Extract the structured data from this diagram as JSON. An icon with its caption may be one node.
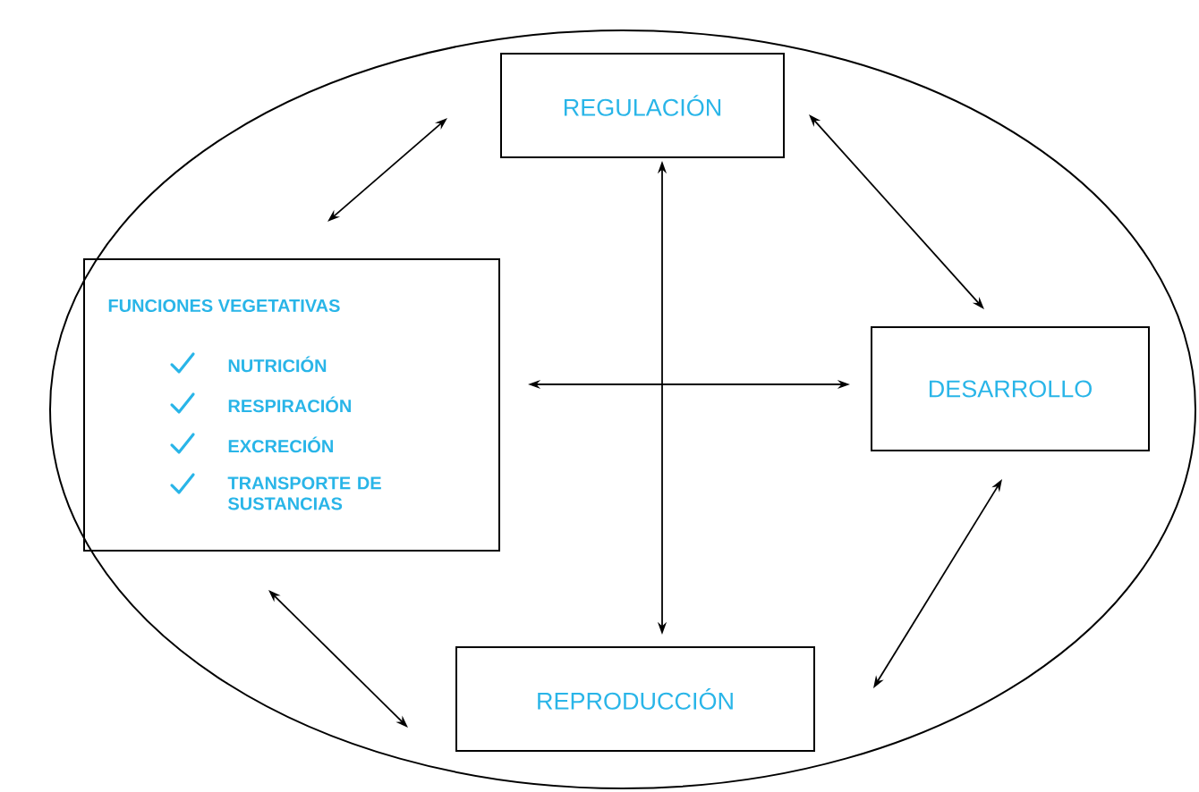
{
  "diagram": {
    "nodes": [
      {
        "text": [],
        "shape": "ellipse"
      },
      {
        "text": [
          "REGULACIÓN"
        ],
        "in": 0
      },
      {
        "text": [
          "FUNCIONES VEGETATIVAS",
          "NUTRICIÓN",
          "RESPIRACIÓN",
          "EXCRECIÓN",
          "TRANSPORTE DE SUSTANCIAS"
        ],
        "in": 0
      },
      {
        "text": [
          "DESARROLLO"
        ],
        "in": 0
      },
      {
        "text": [
          "REPRODUCCIÓN"
        ],
        "in": 0
      }
    ],
    "edges": [
      {
        "from": 1,
        "to": 2,
        "arrow": "both"
      },
      {
        "from": 1,
        "to": 3,
        "arrow": "both"
      },
      {
        "from": 3,
        "to": 4,
        "arrow": "both"
      },
      {
        "from": 4,
        "to": 2,
        "arrow": "both"
      },
      {
        "from": 1,
        "to": 4,
        "arrow": "both"
      },
      {
        "from": 2,
        "to": 3,
        "arrow": "both"
      }
    ]
  }
}
